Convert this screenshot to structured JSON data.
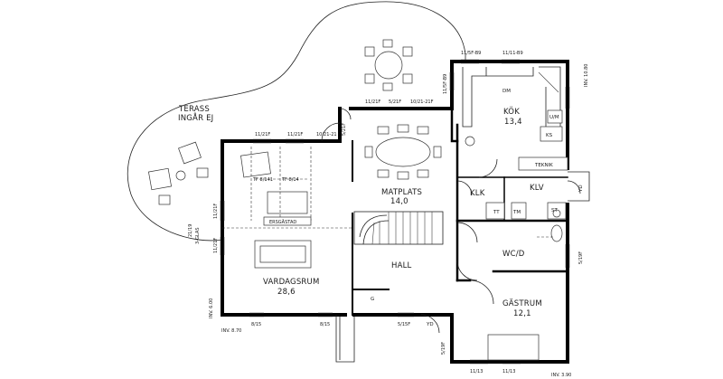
{
  "rooms": {
    "terass": "TERASS",
    "terass_note": "INGÅR EJ",
    "kok": "KÖK",
    "kok_area": "13,4",
    "matplats": "MATPLATS",
    "matplats_area": "14,0",
    "klk": "KLK",
    "klv": "KLV",
    "hall": "HALL",
    "wcd": "WC/D",
    "gastrum": "GÄSTRUM",
    "gastrum_area": "12,1",
    "vardagsrum": "VARDAGSRUM",
    "vardagsrum_area": "28,6"
  },
  "labels": {
    "inv_1080": "INV. 10.80",
    "inv_600": "INV. 6.00",
    "inv_870": "INV. 8.70",
    "inv_390": "INV. 3.90",
    "w_11_5f_b9_a": "11/5F-B9",
    "w_11_11_b9": "11/11-B9",
    "w_11_5f_b9_b": "11/5F-B9",
    "w_11_21f_a": "11/21F",
    "w_5_21f": "5/21F",
    "w_10_21_21f": "10/21-21F",
    "w_5_21f_b": "5/21F",
    "w_10_21_21_b": "10/21-21",
    "w_11_21f_b": "11/21F",
    "w_11_21f_c": "11/21F",
    "w_11_21f_d": "11/21F",
    "w_11_21f_e": "11/21F",
    "w_21_19": "21/19",
    "w_3glas": "3-GLAS",
    "w_8_15_a": "8/15",
    "w_8_15_b": "8/15",
    "w_5_15f": "5/15F",
    "w_5_19f": "5/19F",
    "w_11_13_a": "11/13",
    "w_11_13_b": "11/13",
    "w_5_19f_r": "5/19F",
    "fix_dm": "DM",
    "fix_um": "U/M",
    "fix_ks": "KS",
    "fix_teknik": "TEKNIK",
    "fix_yd": "YD",
    "fix_yd2": "YD",
    "fix_tt": "TT",
    "fix_tm": "TM",
    "fix_st": "ST",
    "fix_g": "G",
    "fix_tf1": "TF 8/141",
    "fix_tf2": "TF 8/14",
    "fix_eldstad": "ERSGÄSTAD"
  }
}
